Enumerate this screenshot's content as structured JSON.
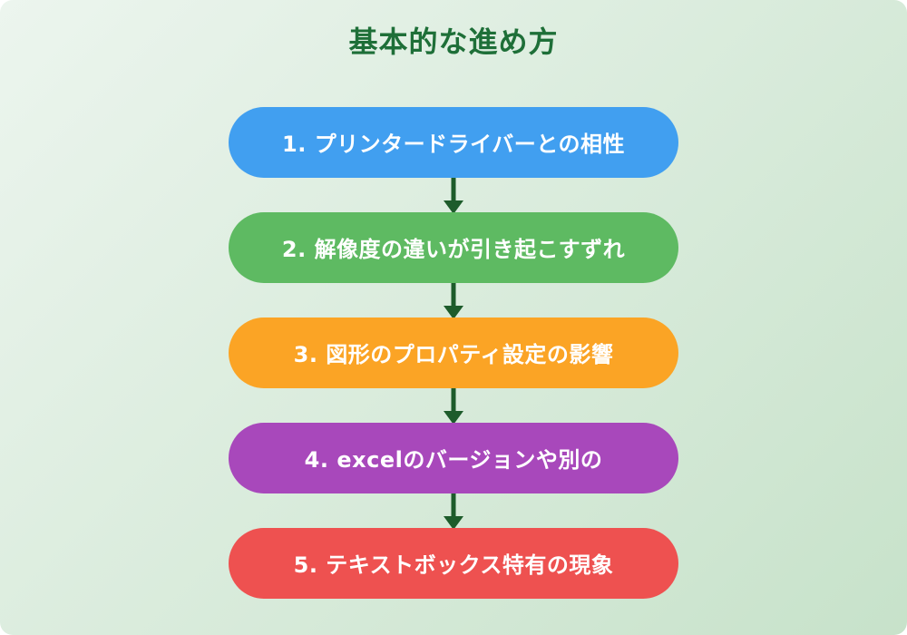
{
  "title": "基本的な進め方",
  "colors": {
    "title": "#1e6f38",
    "arrow": "#1d5c2b",
    "background_gradient_start": "#ecf5ee",
    "background_gradient_end": "#c7e2ca",
    "step_text": "#ffffff"
  },
  "steps": [
    {
      "label": "1. プリンタードライバーとの相性",
      "color": "#419ff0"
    },
    {
      "label": "2. 解像度の違いが引き起こすずれ",
      "color": "#5eba62"
    },
    {
      "label": "3. 図形のプロパティ設定の影響",
      "color": "#fba425"
    },
    {
      "label": "4. excelのバージョンや別の",
      "color": "#a848bb"
    },
    {
      "label": "5. テキストボックス特有の現象",
      "color": "#ee5150"
    }
  ]
}
